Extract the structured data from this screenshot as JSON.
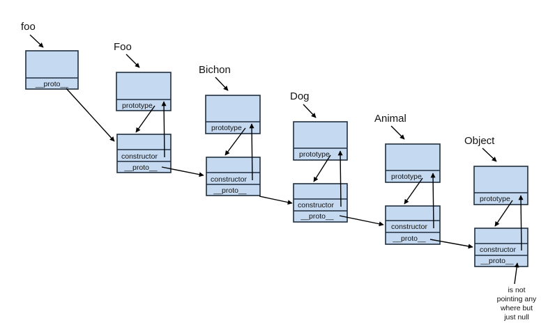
{
  "labels": {
    "foo": "foo",
    "Foo": "Foo",
    "Bichon": "Bichon",
    "Dog": "Dog",
    "Animal": "Animal",
    "Object": "Object"
  },
  "cells": {
    "proto": "__proto__",
    "prototype": "prototype",
    "constructor": "constructor"
  },
  "note": [
    "is not",
    "pointing any",
    "where but",
    "just null"
  ]
}
